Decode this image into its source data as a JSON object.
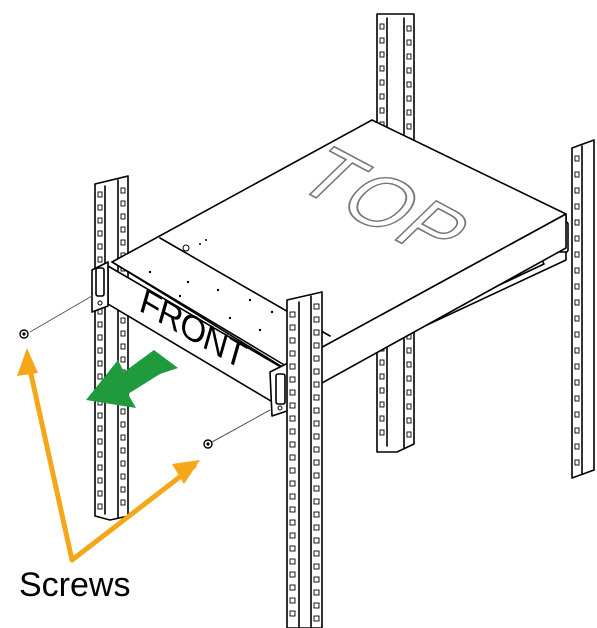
{
  "labels": {
    "top": "TOP",
    "front": "FRONT",
    "screws": "Screws"
  },
  "colors": {
    "arrow_green": "#1f9a3c",
    "pointer_orange": "#f5a719",
    "line": "#000000",
    "background": "#ffffff"
  },
  "icons": {
    "removal_arrow": "arrow-icon",
    "screw": "screw-icon"
  }
}
